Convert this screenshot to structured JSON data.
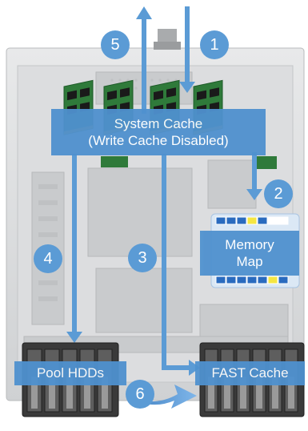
{
  "colors": {
    "box_fill": "#4f91cf",
    "arrow": "#5b9bd5",
    "badge": "#5b9bd5",
    "chassis": "#d9dadb",
    "memory_cells": [
      "#2a6bbf",
      "#f5e642",
      "#ffffff"
    ]
  },
  "system_cache": {
    "line1": "System Cache",
    "line2": "(Write Cache Disabled)"
  },
  "memory_map": {
    "line1": "Memory",
    "line2": "Map"
  },
  "pool_hdds": {
    "label": "Pool HDDs"
  },
  "fast_cache": {
    "label": "FAST Cache"
  },
  "steps": [
    "1",
    "2",
    "3",
    "4",
    "5",
    "6"
  ],
  "icons": [
    "dimm-icon",
    "hard-drive-icon",
    "flow-arrow-icon"
  ]
}
